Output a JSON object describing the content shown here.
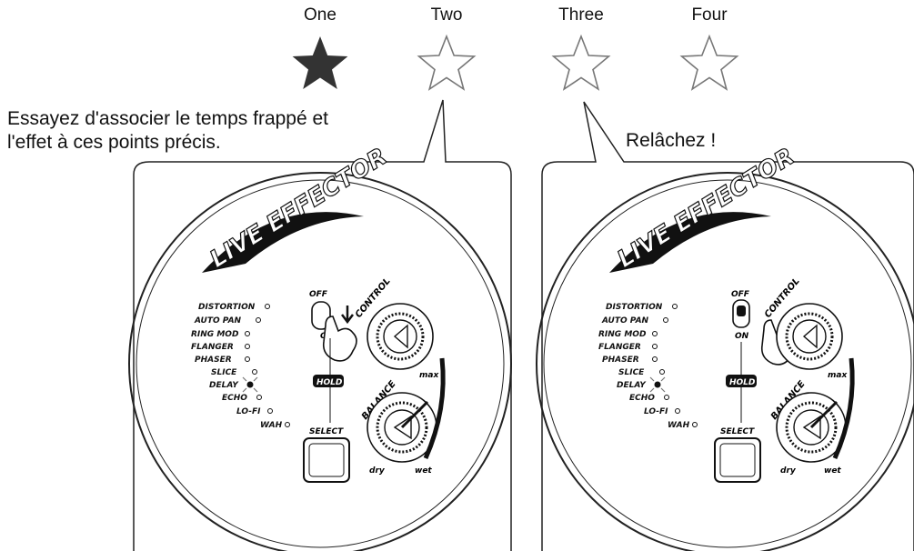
{
  "beats": [
    {
      "label": "One",
      "icon": "filled-star-icon",
      "active": true
    },
    {
      "label": "Two",
      "icon": "star-outline-icon",
      "active": false
    },
    {
      "label": "Three",
      "icon": "star-outline-icon",
      "active": false
    },
    {
      "label": "Four",
      "icon": "star-outline-icon",
      "active": false
    }
  ],
  "captions": {
    "left_line1": "Essayez d'associer le temps frappé et",
    "left_line2": "l'effet à ces points précis.",
    "right": "Relâchez !"
  },
  "panel": {
    "title": "LIVE EFFECTOR",
    "effects": [
      "DISTORTION",
      "AUTO PAN",
      "RING MOD",
      "FLANGER",
      "PHASER",
      "SLICE",
      "DELAY",
      "ECHO",
      "LO-FI",
      "WAH"
    ],
    "selected_effect": "DELAY",
    "switch_off": "OFF",
    "switch_on": "ON",
    "control": "CONTROL",
    "control_max": "max",
    "hold": "HOLD",
    "balance": "BALANCE",
    "dry": "dry",
    "wet": "wet",
    "select": "SELECT"
  },
  "colors": {
    "ink": "#111111",
    "filled_star": "#333333",
    "outline_star": "#777777"
  }
}
